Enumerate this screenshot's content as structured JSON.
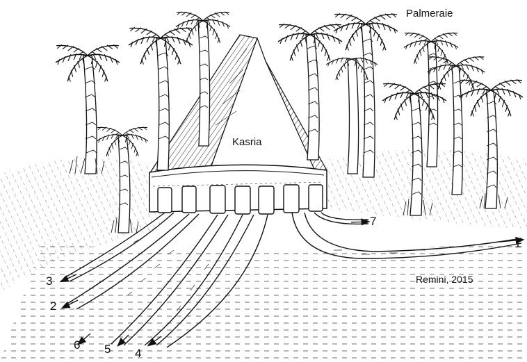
{
  "labels": {
    "palmeraie": "Palmeraie",
    "kasria": "Kasria",
    "credit": "Remini, 2015"
  },
  "channels": [
    "1",
    "2",
    "3",
    "4",
    "5",
    "6",
    "7"
  ],
  "style": {
    "ink": "#111111",
    "paper": "#ffffff"
  },
  "icons": {
    "palm": "palm-tree-icon",
    "arrow": "flow-arrow-icon"
  }
}
